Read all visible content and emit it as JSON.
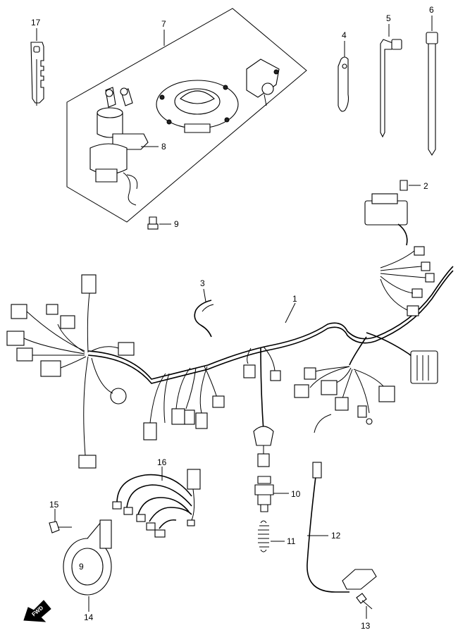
{
  "callouts": {
    "p1": "1",
    "p2": "2",
    "p3": "3",
    "p4": "4",
    "p5": "5",
    "p6": "6",
    "p7": "7",
    "p8": "8",
    "p9": "9",
    "p10": "10",
    "p11": "11",
    "p12": "12",
    "p13": "13",
    "p14": "14",
    "p15": "15",
    "p16": "16",
    "p17": "17"
  },
  "fwd_marker": "FWD"
}
